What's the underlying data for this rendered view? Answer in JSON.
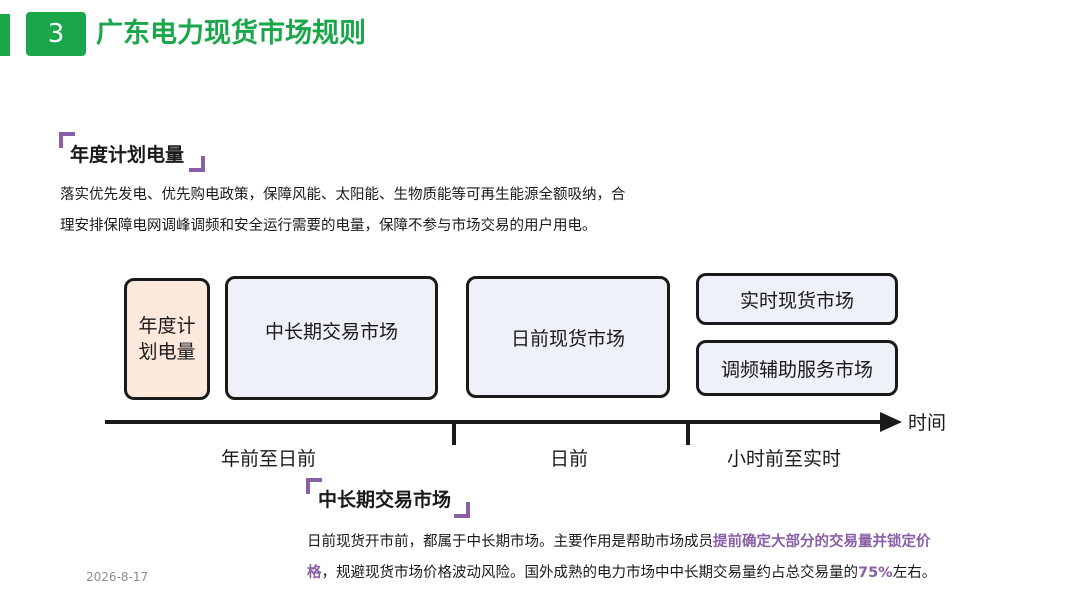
{
  "header": {
    "number": "3",
    "title": "广东电力现货市场规则"
  },
  "section1": {
    "heading": "年度计划电量",
    "lines": [
      "落实优先发电、优先购电政策，保障风能、太阳能、生物质能等可再生能源全额吸纳，合",
      "理安排保障电网调峰调频和安全运行需要的电量，保障不参与市场交易的用户用电。"
    ]
  },
  "diagram": {
    "boxes": {
      "annual_line1": "年度计",
      "annual_line2": "划电量",
      "mid_long": "中长期交易市场",
      "day_ahead": "日前现货市场",
      "realtime": "实时现货市场",
      "ancillary": "调频辅助服务市场"
    },
    "axis": {
      "label": "时间",
      "periods": [
        "年前至日前",
        "日前",
        "小时前至实时"
      ]
    },
    "colors": {
      "line": "#1a1a1a",
      "box_fill": "#eef1f8",
      "annual_fill": "#fde9dc"
    }
  },
  "section2": {
    "heading": "中长期交易市场",
    "line1_a": "日前现货开市前，都属于中长期市场。主要作用是帮助市场成员",
    "line1_hl": "提前确定大部分的交易量并锁定价",
    "line2_hl": "格",
    "line2_b": "，规避现货市场价格波动风险。国外成熟的电力市场中中长期交易量约占总交易量的",
    "line2_pct": "75%",
    "line2_c": "左右。"
  },
  "footer": {
    "date": "2026-8-17"
  },
  "theme": {
    "green": "#1aa64a",
    "purple": "#8a5fa8"
  }
}
